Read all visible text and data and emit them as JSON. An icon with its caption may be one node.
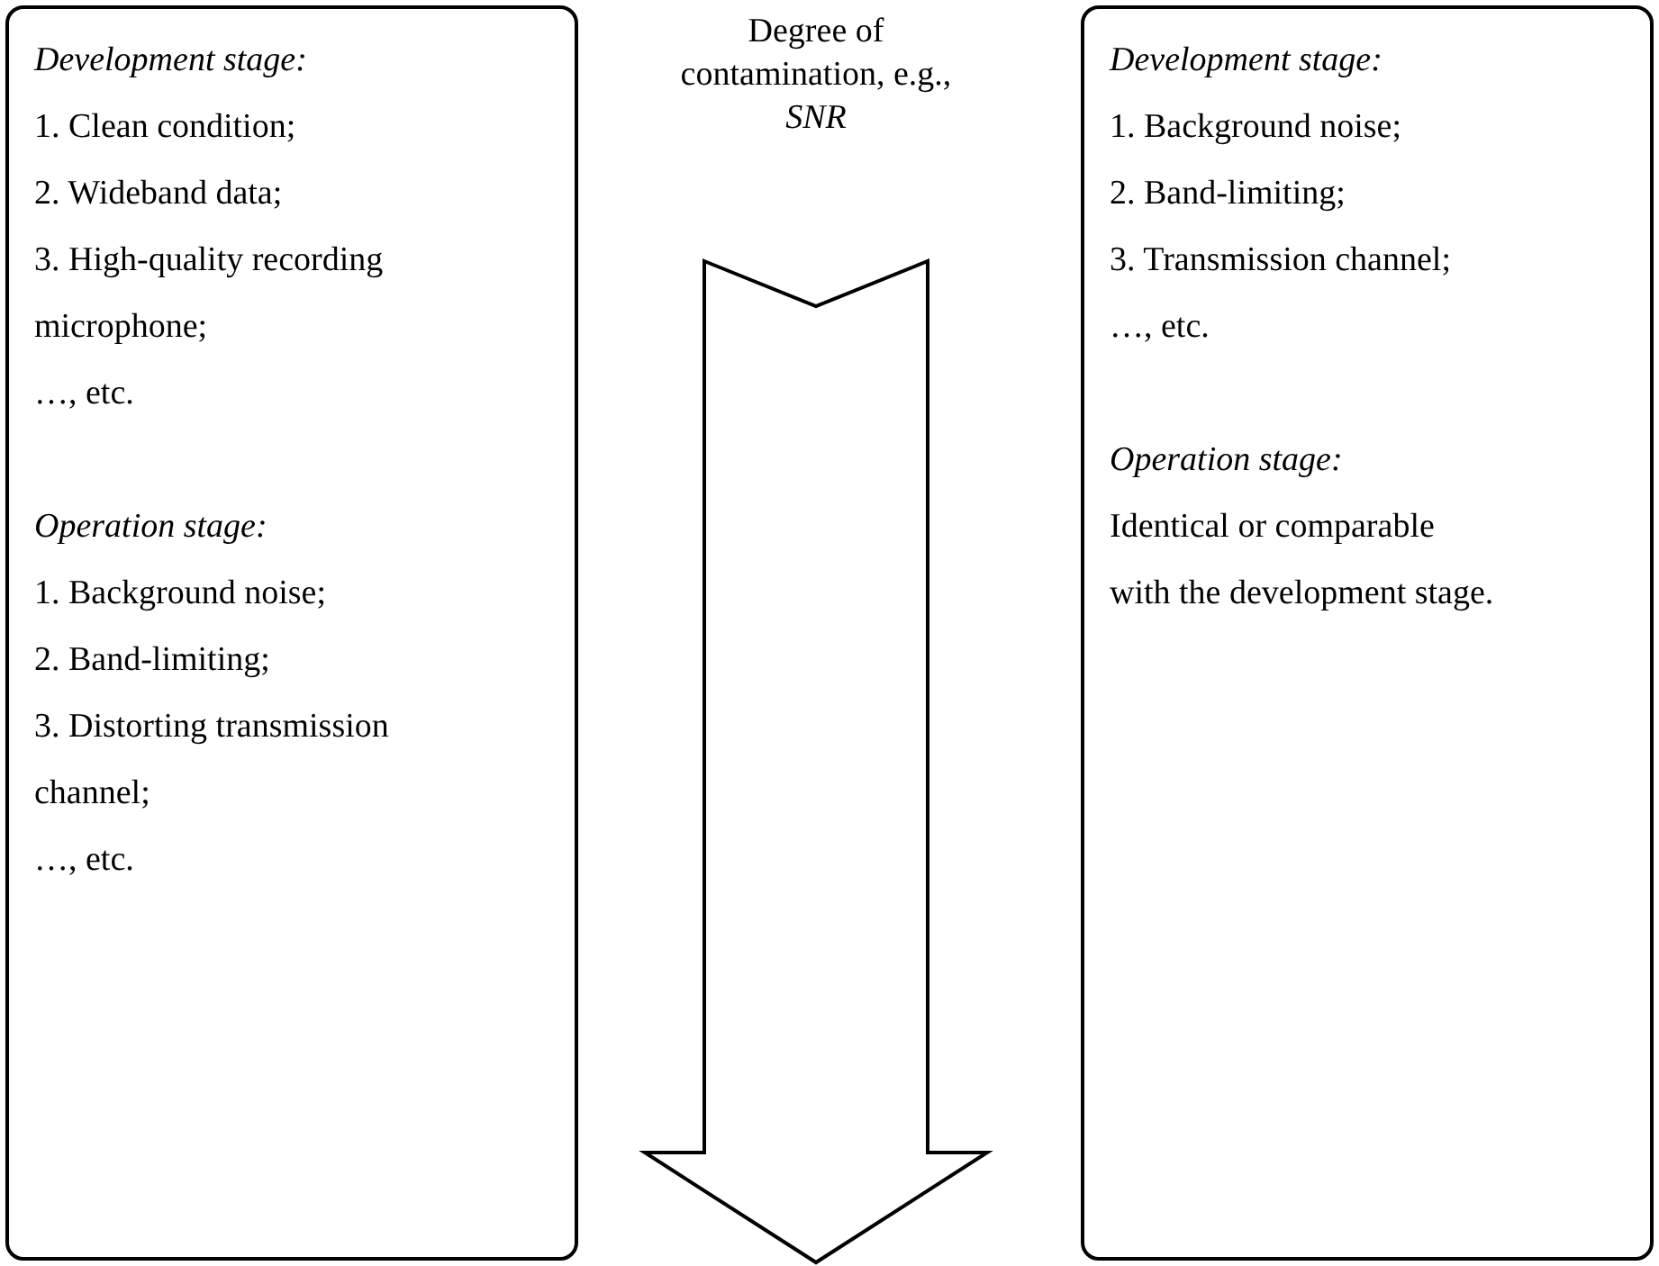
{
  "diagram": {
    "nodes": [
      {
        "text": [
          "Development stage:",
          "1. Clean condition;",
          "2. Wideband data;",
          "3. High-quality recording microphone;",
          "…, etc.",
          "Operation stage:",
          "1. Background noise;",
          "2. Band-limiting;",
          "3. Distorting transmission channel;",
          "…, etc."
        ]
      },
      {
        "text": [
          "Development stage:",
          "1. Background noise;",
          "2. Band-limiting;",
          "3. Transmission channel;",
          "…, etc.",
          "Operation stage:",
          "Identical or comparable with the development stage."
        ]
      }
    ],
    "labels": [
      "Degree of contamination, e.g., *SNR*"
    ]
  }
}
